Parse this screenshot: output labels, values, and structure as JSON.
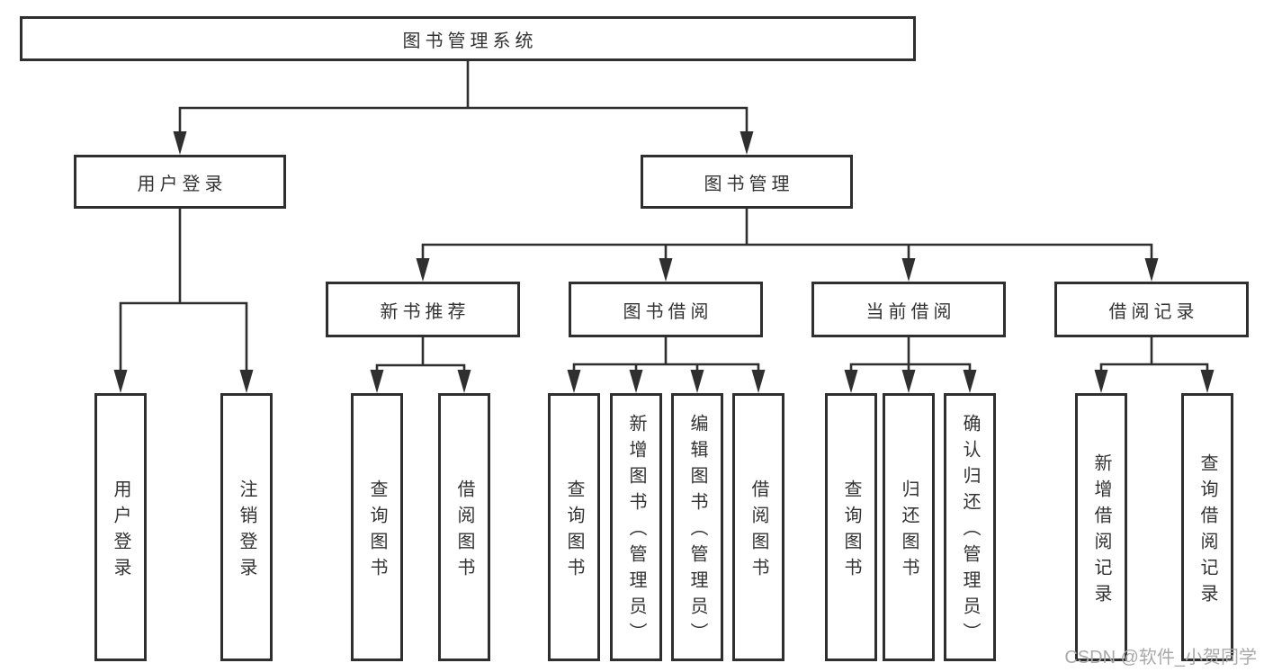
{
  "diagram": {
    "title_node": "图书管理系统",
    "branches": {
      "user_login": {
        "label": "用户登录",
        "children": {
          "login": "用户登录",
          "logout": "注销登录"
        }
      },
      "book_mgmt": {
        "label": "图书管理",
        "sections": {
          "new_book_rec": {
            "label": "新书推荐",
            "children": {
              "query": "查询图书",
              "borrow": "借阅图书"
            }
          },
          "book_borrow": {
            "label": "图书借阅",
            "children": {
              "query": "查询图书",
              "add": "新增图书（管理员）",
              "edit": "编辑图书（管理员）",
              "borrow": "借阅图书"
            }
          },
          "current_borrow": {
            "label": "当前借阅",
            "children": {
              "query": "查询图书",
              "return": "归还图书",
              "confirm": "确认归还（管理员）"
            }
          },
          "borrow_record": {
            "label": "借阅记录",
            "children": {
              "add": "新增借阅记录",
              "query": "查询借阅记录"
            }
          }
        }
      }
    }
  },
  "watermark": {
    "text": "CSDN @软件_小贺同学"
  },
  "colors": {
    "line": "#2f2f2f",
    "text": "#333333",
    "watermark_text": "#a9a9a9",
    "background": "#ffffff"
  }
}
